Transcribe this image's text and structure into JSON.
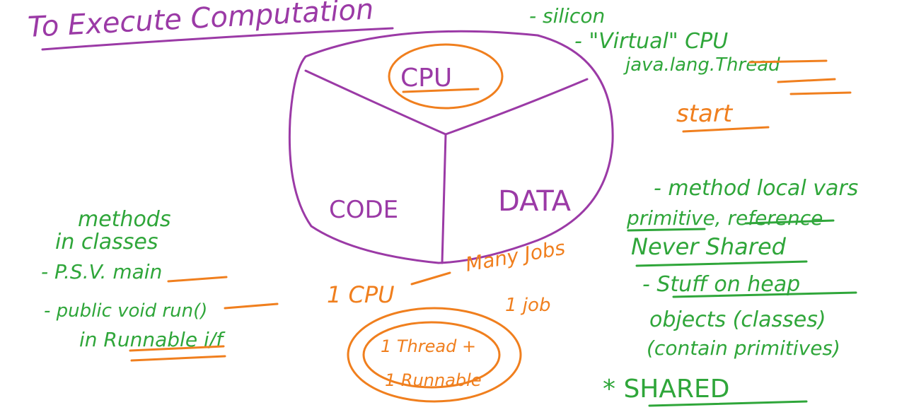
{
  "title": "To Execute Computation",
  "drum": {
    "cpu": "CPU",
    "code": "CODE",
    "data": "DATA"
  },
  "cpu_notes": {
    "silicon": "- silicon",
    "virtual_cpu": "- \"Virtual\" CPU",
    "java_thread": "java.lang.Thread",
    "start": "start"
  },
  "code_notes": {
    "methods": "methods",
    "in_classes": "in classes",
    "psv_main": "- P.S.V. main",
    "public_void_run": "- public void run()",
    "in_runnable": "in Runnable i/f"
  },
  "data_notes": {
    "method_local_vars": "- method local vars",
    "primitive_reference": "primitive, reference",
    "never_shared": "Never Shared",
    "stuff_on_heap": "- Stuff on heap",
    "objects_classes": "objects (classes)",
    "contain_primitives": "(contain primitives)",
    "shared": "* SHARED"
  },
  "bottom_notes": {
    "one_cpu": "1 CPU",
    "many_jobs": "Many Jobs",
    "one_job": "1 job",
    "thread_plus": "1 Thread +",
    "runnable": "1 Runnable"
  },
  "colors": {
    "purple": "#9b3aa6",
    "green": "#2fa63a",
    "orange": "#f07f1e"
  }
}
